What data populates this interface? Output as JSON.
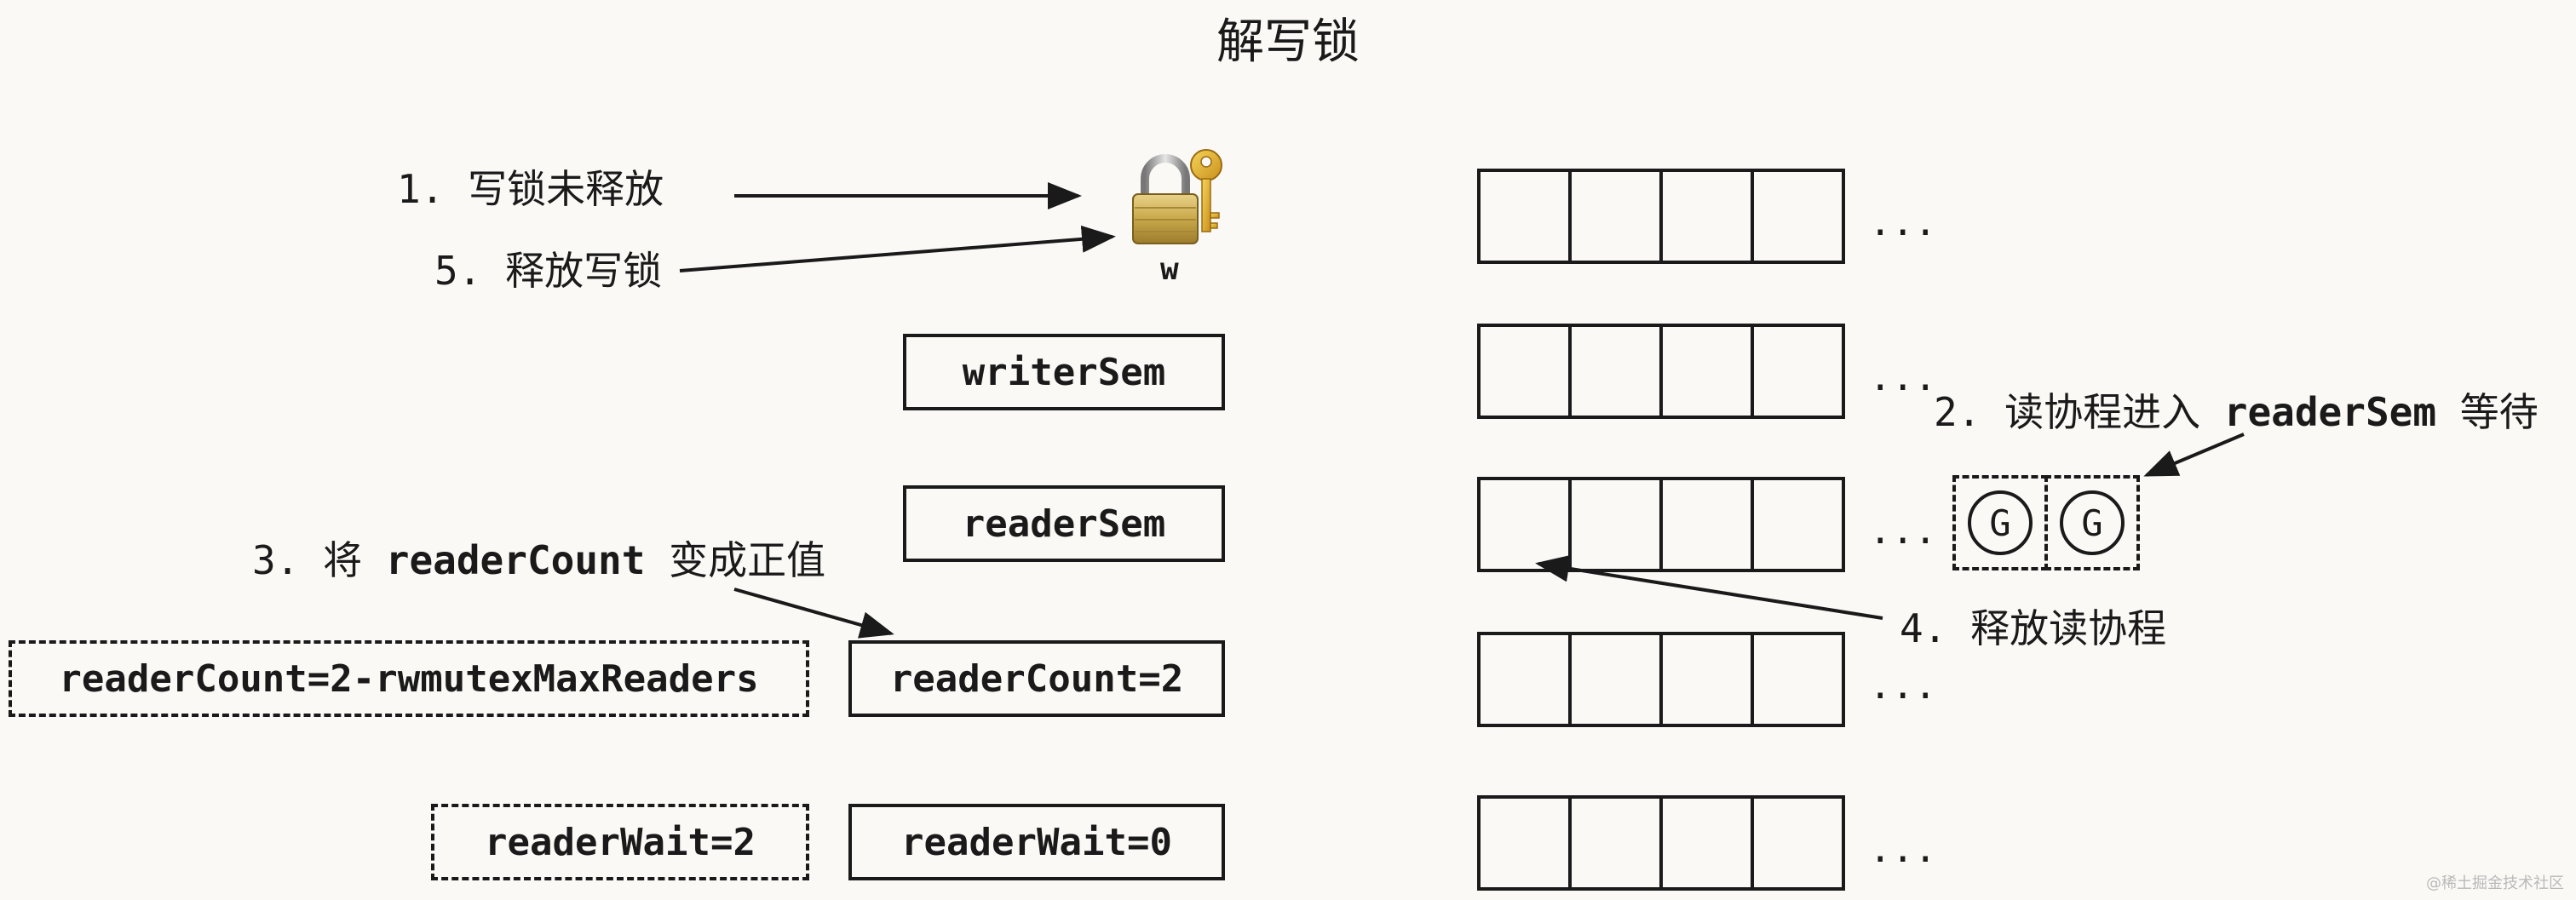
{
  "title": "解写锁",
  "steps": {
    "s1": "1. 写锁未释放",
    "s5": "5. 释放写锁",
    "s2_prefix": "2. 读协程进入 ",
    "s2_code": "readerSem",
    "s2_suffix": " 等待",
    "s3_prefix": "3. 将 ",
    "s3_code": "readerCount",
    "s3_suffix": " 变成正值",
    "s4": "4. 释放读协程"
  },
  "lock": {
    "icon": "padlock-with-key-icon",
    "caption": "w"
  },
  "fields": {
    "writerSem": "writerSem",
    "readerSem": "readerSem",
    "readerCount": "readerCount=2",
    "readerCountOld": "readerCount=2-rwmutexMaxReaders",
    "readerWait": "readerWait=0",
    "readerWaitOld": "readerWait=2"
  },
  "ellipsis": "...",
  "goroutine_label": "G",
  "watermark": "@稀土掘金技术社区",
  "colors": {
    "background": "#fbf9f6",
    "stroke": "#1a1a1a"
  }
}
